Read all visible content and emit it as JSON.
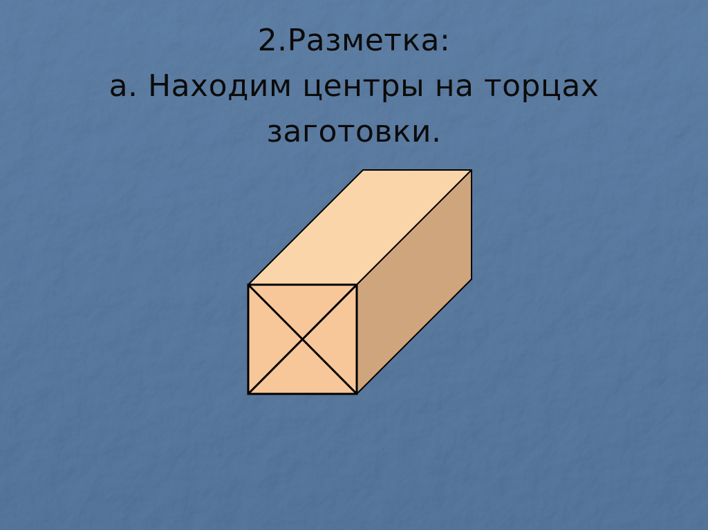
{
  "slide": {
    "title_lines": [
      "2.Разметка:",
      "а. Находим центры на торцах",
      "заготовки."
    ]
  },
  "colors": {
    "background": "#4a6c93",
    "end_face": "#f7c79a",
    "top_face": "#fad5aa",
    "side_face": "#cfa57d",
    "outline": "#000000",
    "title_text": "#0b0b0b"
  },
  "icons": {
    "workpiece": "rectangular-bar-with-end-face-diagonals"
  }
}
